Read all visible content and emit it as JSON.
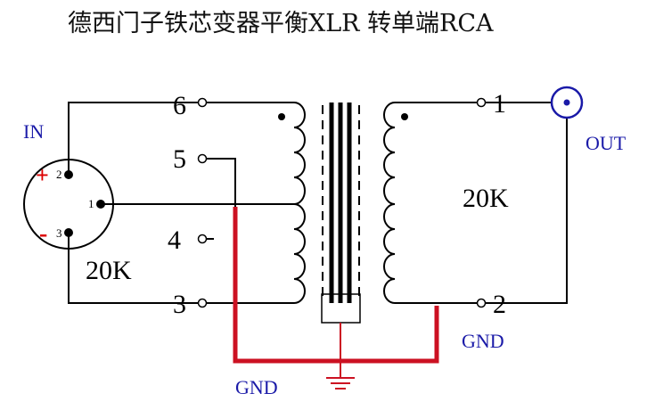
{
  "title": "德西门子铁芯变器平衡XLR 转单端RCA",
  "labels": {
    "in": "IN",
    "out": "OUT",
    "plus": "+",
    "minus": "-",
    "xlr_pin2": "2",
    "xlr_pin1": "1",
    "xlr_pin3": "3",
    "pin6": "6",
    "pin5": "5",
    "pin4": "4",
    "pin3": "3",
    "pin1": "1",
    "pin2": "2",
    "imp_primary": "20K",
    "imp_secondary": "20K",
    "gnd_left": "GND",
    "gnd_right": "GND"
  },
  "colors": {
    "wire": "#000000",
    "ground_wire": "#cc1122",
    "label_blue": "#1a1aa8",
    "plus_red": "#dd0000"
  }
}
